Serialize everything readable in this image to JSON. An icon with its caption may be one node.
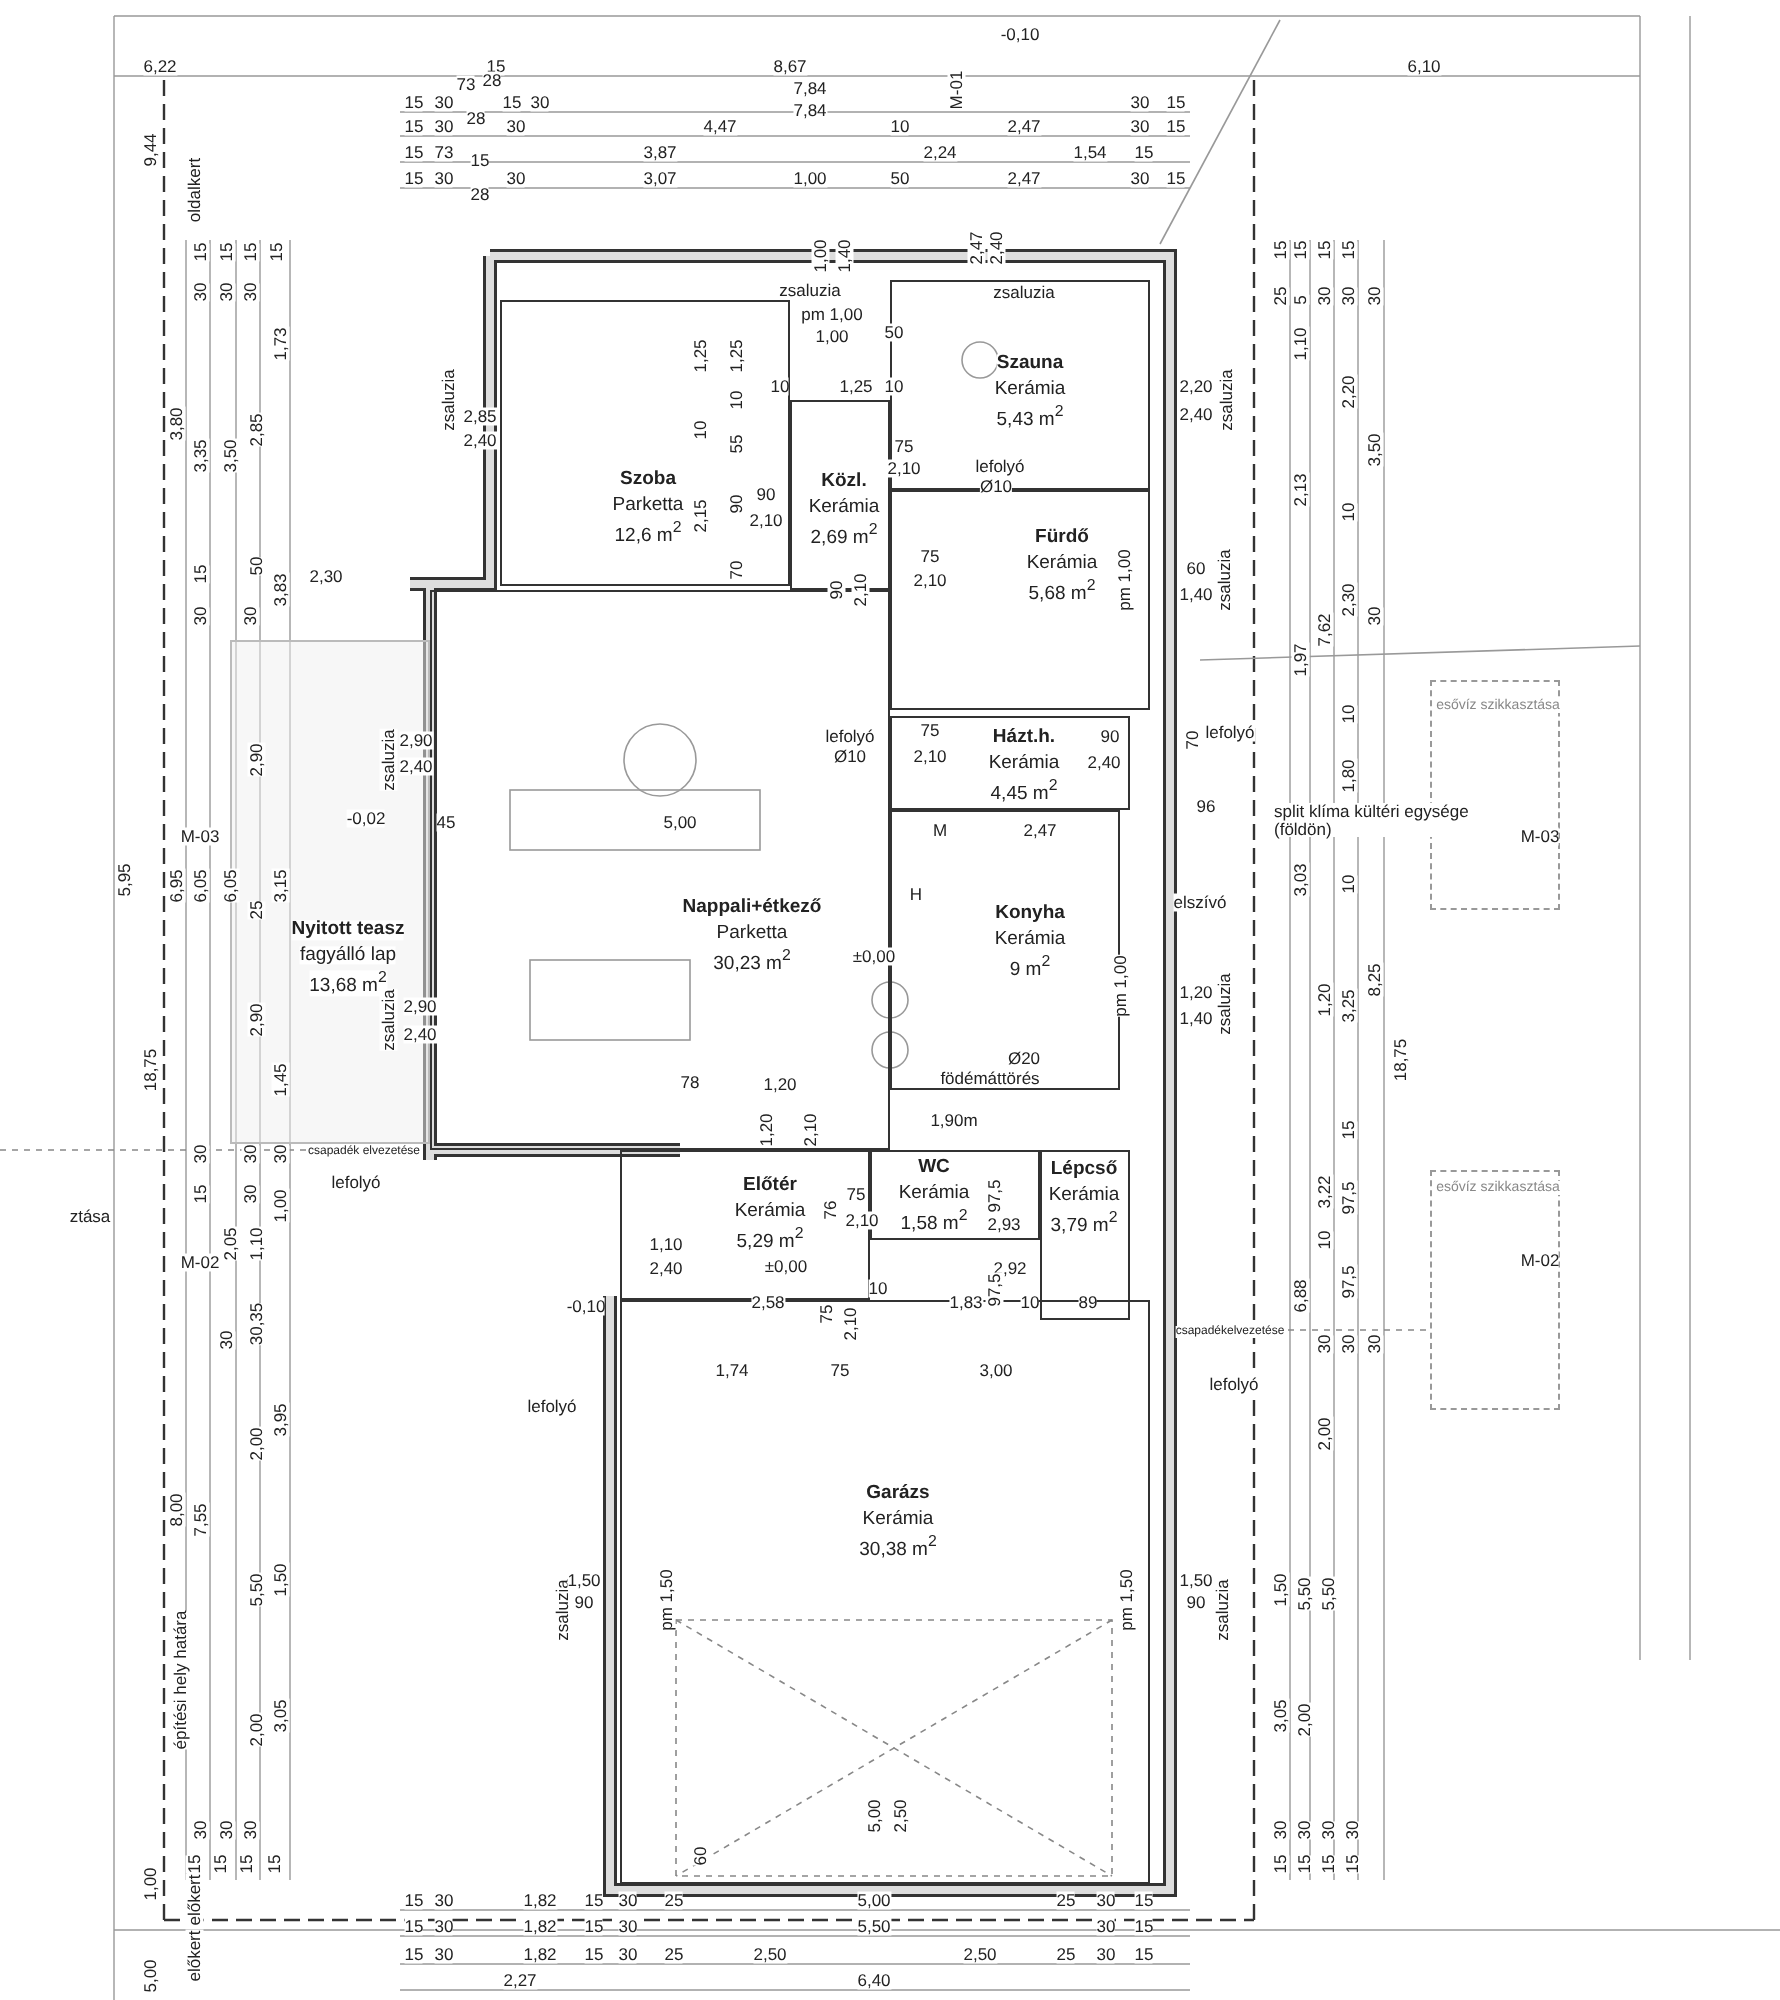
{
  "diagram": {
    "nodes": [
      {
        "text": [
          "Szoba",
          "Parketta",
          "12,6 m$^{2}$"
        ]
      },
      {
        "text": [
          "Szauna",
          "Kerámia",
          "5,43 m$^{2}$"
        ]
      },
      {
        "text": [
          "Közl.",
          "Kerámia",
          "2,69 m$^{2}$"
        ]
      },
      {
        "text": [
          "Fürdő",
          "Kerámia",
          "5,68 m$^{2}$"
        ]
      },
      {
        "text": [
          "Nyitott teasz",
          "fagyálló lap",
          "13,68 m$^{2}$"
        ]
      },
      {
        "text": [
          "Nappali+étkező",
          "Parketta",
          "30,23 m$^{2}$"
        ]
      },
      {
        "text": [
          "Házt.h.",
          "Kerámia",
          "4,45 m$^{2}$"
        ]
      },
      {
        "text": [
          "Konyha",
          "Kerámia",
          "9 m$^{2}$"
        ]
      },
      {
        "text": [
          "WC",
          "Kerámia",
          "1,58 m$^{2}$"
        ]
      },
      {
        "text": [
          "Előtér",
          "Kerámia",
          "5,29 m$^{2}$"
        ]
      },
      {
        "text": [
          "Lépcső",
          "Kerámia",
          "3,79 m$^{2}$"
        ]
      },
      {
        "text": [
          "Garázs",
          "Kerámia",
          "30,38 m$^{2}$"
        ]
      },
      {
        "text": [
          "esővíz szikkasztása"
        ]
      },
      {
        "text": [
          "esővíz szikkasztása"
        ]
      }
    ],
    "labels": [
      "-0,10",
      "6,22",
      "15",
      "8,67",
      "6,10",
      "M-01",
      "15",
      "30",
      "73",
      "28",
      "15",
      "30",
      "7,84",
      "7,84",
      "30",
      "15",
      "15",
      "30",
      "28",
      "30",
      "4,47",
      "10",
      "2,47",
      "30",
      "15",
      "15",
      "73",
      "15",
      "3,87",
      "2,24",
      "1,54",
      "15",
      "15",
      "30",
      "30",
      "28",
      "3,07",
      "1,00",
      "50",
      "2,47",
      "30",
      "15",
      "9,44",
      "oldalkert",
      "15",
      "15",
      "15",
      "15",
      "30",
      "30",
      "30",
      "1,73",
      "3,80",
      "3,35",
      "3,50",
      "2,85",
      "15",
      "50",
      "3,83",
      "30",
      "30",
      "2,30",
      "2,90",
      "M-03",
      "5,95",
      "6,95",
      "6,05",
      "6,05",
      "3,15",
      "25",
      "18,75",
      "2,90",
      "1,45",
      "30",
      "15",
      "30",
      "30",
      "30",
      "1,00",
      "2,05",
      "1,10",
      "M-02",
      "30",
      "30,35",
      "2,00",
      "3,95",
      "8,00",
      "7,55",
      "5,50",
      "1,50",
      "építési hely határa",
      "2,00",
      "3,05",
      "30",
      "30",
      "30",
      "15",
      "15",
      "15",
      "15",
      "1,00",
      "előkert",
      "előkert",
      "5,00",
      "15",
      "15",
      "15",
      "15",
      "25",
      "5",
      "30",
      "30",
      "30",
      "1,10",
      "2,20",
      "3,50",
      "2,13",
      "10",
      "2,30",
      "30",
      "7,62",
      "1,97",
      "10",
      "1,80",
      "3,03",
      "10",
      "1,20",
      "3,25",
      "8,25",
      "18,75",
      "15",
      "3,22",
      "97,5",
      "10",
      "6,88",
      "97,5",
      "30",
      "30",
      "30",
      "2,00",
      "1,50",
      "5,50",
      "5,50",
      "3,05",
      "2,00",
      "30",
      "30",
      "30",
      "30",
      "15",
      "15",
      "15",
      "15",
      "1,00",
      "1,40",
      "2,47",
      "2,40",
      "zsaluzia",
      "zsaluzia",
      "pm 1,00",
      "1,00",
      "50",
      "1,25",
      "1,25",
      "10",
      "1,25",
      "10",
      "10",
      "10",
      "55",
      "2,85",
      "2,40",
      "zsaluzia",
      "2,15",
      "90",
      "90",
      "2,10",
      "75",
      "2,10",
      "lefolyó",
      "Ø10",
      "70",
      "90",
      "2,10",
      "75",
      "2,10",
      "2,20",
      "2,40",
      "zsaluzia",
      "pm 1,00",
      "60",
      "1,40",
      "zsaluzia",
      "2,90",
      "2,40",
      "zsaluzia",
      "-0,02",
      "45",
      "5,00",
      "lefolyó",
      "Ø10",
      "75",
      "2,10",
      "90",
      "2,40",
      "70",
      "lefolyó",
      "96",
      "2,47",
      "split klíma kültéri egysége (földön)",
      "M-03",
      "M",
      "H",
      "elszívó",
      "±0,00",
      "2,90",
      "2,40",
      "zsaluzia",
      "78",
      "1,20",
      "1,20",
      "2,10",
      "pm 1,00",
      "1,20",
      "1,40",
      "zsaluzia",
      "Ø20",
      "födémáttörés",
      "1,90m",
      "csapadék elvezetése",
      "lefolyó",
      "ztása",
      "75",
      "76",
      "2,10",
      "97,5",
      "2,93",
      "1,10",
      "2,40",
      "±0,00",
      "-0,10",
      "2,58",
      "10",
      "75",
      "2,10",
      "2,92",
      "97,5",
      "1,83",
      "10",
      "89",
      "1,74",
      "75",
      "3,00",
      "lefolyó",
      "csapadékelvezetése",
      "lefolyó",
      "M-02",
      "zsaluzia",
      "1,50",
      "90",
      "pm 1,50",
      "pm 1,50",
      "1,50",
      "90",
      "zsaluzia",
      "5,00",
      "2,50",
      "60",
      "15",
      "30",
      "1,82",
      "15",
      "30",
      "25",
      "5,00",
      "25",
      "30",
      "15",
      "15",
      "30",
      "1,82",
      "15",
      "30",
      "5,50",
      "30",
      "15",
      "15",
      "30",
      "1,82",
      "15",
      "30",
      "25",
      "2,50",
      "2,50",
      "25",
      "30",
      "15",
      "2,27",
      "6,40"
    ]
  }
}
